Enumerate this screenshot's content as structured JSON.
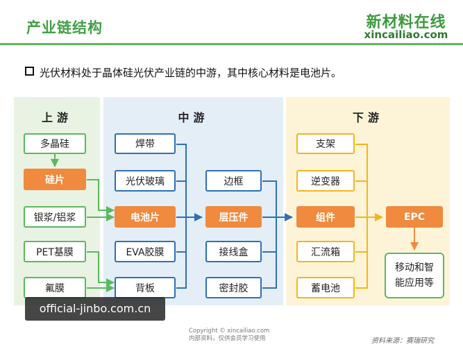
{
  "title": "产业链结构",
  "logo": {
    "brand": "新材料在线",
    "url": "xincailiao.com"
  },
  "bullet": "光伏材料处于晶体硅光伏产业链的中游，其中核心材料是电池片。",
  "upstream": {
    "title": "上游",
    "items": {
      "polysilicon": "多晶硅",
      "wafer": "硅片",
      "paste": "银浆/铝浆",
      "pet": "PET基膜",
      "fluoro": "氟膜"
    }
  },
  "midstream": {
    "title": "中游",
    "items": {
      "ribbon": "焊带",
      "glass": "光伏玻璃",
      "cell": "电池片",
      "eva": "EVA胶膜",
      "backsheet": "背板",
      "frame": "边框",
      "laminate": "层压件",
      "jbox": "接线盒",
      "sealant": "密封胶"
    }
  },
  "downstream": {
    "title": "下游",
    "items": {
      "mount": "支架",
      "inverter": "逆变器",
      "module": "组件",
      "combiner": "汇流箱",
      "battery": "蓄电池",
      "epc": "EPC",
      "apps_line1": "移动和智",
      "apps_line2": "能应用等"
    }
  },
  "watermark": "official-jinbo.com.cn",
  "copyright": {
    "line1": "Copyright © xincailiao.com",
    "line2": "内部资料，仅供会员学习使用"
  },
  "source": "资料来源：赛瑞研究",
  "colors": {
    "green": "#5cb85c",
    "blue": "#2f6fb5",
    "yellow": "#f3b51c",
    "orange": "#f08a3e"
  }
}
